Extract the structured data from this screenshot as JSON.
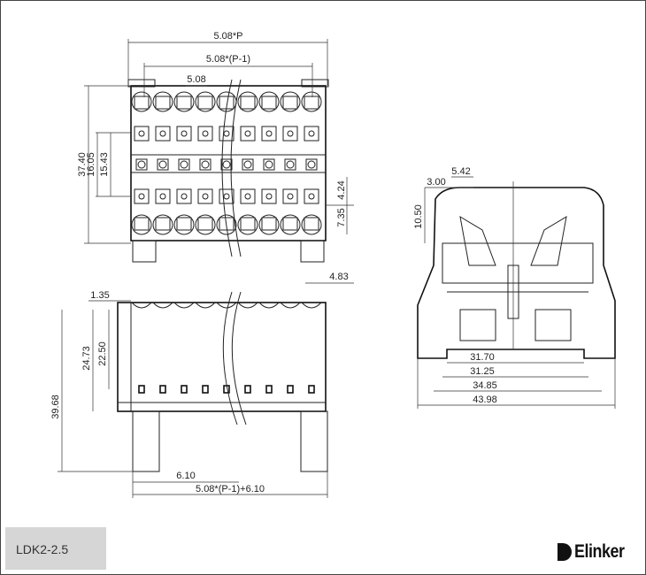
{
  "model": "LDK2-2.5",
  "brand": "Elinker",
  "pins": 9,
  "dimensions": {
    "overall_width": "5.08*P",
    "pitch_span": "5.08*(P-1)",
    "pitch": "5.08",
    "top_depth": "37.40",
    "row_span_outer": "16.05",
    "row_span_inner": "15.43",
    "d424": "4.24",
    "d735": "7.35",
    "d483": "4.83",
    "d1050": "10.50",
    "d300": "3.00",
    "d542": "5.42",
    "d3170": "31.70",
    "d3125": "31.25",
    "d3485": "34.85",
    "d4398": "43.98",
    "d135": "1.35",
    "d2473": "24.73",
    "d2250": "22.50",
    "d3968": "39.68",
    "d610": "6.10",
    "bottom_span": "5.08*(P-1)+6.10"
  }
}
